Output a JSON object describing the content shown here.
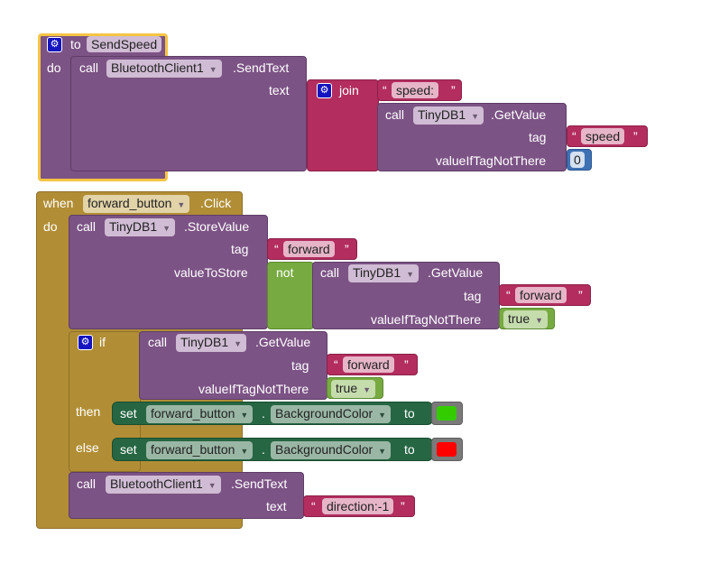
{
  "procedure": {
    "to": "to",
    "name": "SendSpeed",
    "do": "do",
    "call1": {
      "call": "call",
      "component": "BluetoothClient1",
      "method": ".SendText",
      "text_label": "text"
    },
    "join": {
      "label": "join",
      "text1": "speed:",
      "call": {
        "call": "call",
        "component": "TinyDB1",
        "method": ".GetValue",
        "tag_label": "tag",
        "tag_value": "speed",
        "default_label": "valueIfTagNotThere",
        "default_value": "0"
      }
    }
  },
  "event": {
    "when": "when",
    "component": "forward_button",
    "event": ".Click",
    "do": "do",
    "store": {
      "call": "call",
      "component": "TinyDB1",
      "method": ".StoreValue",
      "tag_label": "tag",
      "tag_value": "forward",
      "value_label": "valueToStore",
      "not": "not",
      "get": {
        "call": "call",
        "component": "TinyDB1",
        "method": ".GetValue",
        "tag_label": "tag",
        "tag_value": "forward",
        "default_label": "valueIfTagNotThere",
        "default_value": "true"
      }
    },
    "if": {
      "if": "if",
      "then": "then",
      "else": "else",
      "get": {
        "call": "call",
        "component": "TinyDB1",
        "method": ".GetValue",
        "tag_label": "tag",
        "tag_value": "forward",
        "default_label": "valueIfTagNotThere",
        "default_value": "true"
      },
      "then_set": {
        "set": "set",
        "component": "forward_button",
        "dot": ".",
        "property": "BackgroundColor",
        "to": "to",
        "color": "#33cc00"
      },
      "else_set": {
        "set": "set",
        "component": "forward_button",
        "dot": ".",
        "property": "BackgroundColor",
        "to": "to",
        "color": "#ff0000"
      }
    },
    "send": {
      "call": "call",
      "component": "BluetoothClient1",
      "method": ".SendText",
      "text_label": "text",
      "text_value": "direction:-1"
    }
  },
  "quote_open": "“",
  "quote_close": "”",
  "dropdown": "▼",
  "gear": "⚙"
}
